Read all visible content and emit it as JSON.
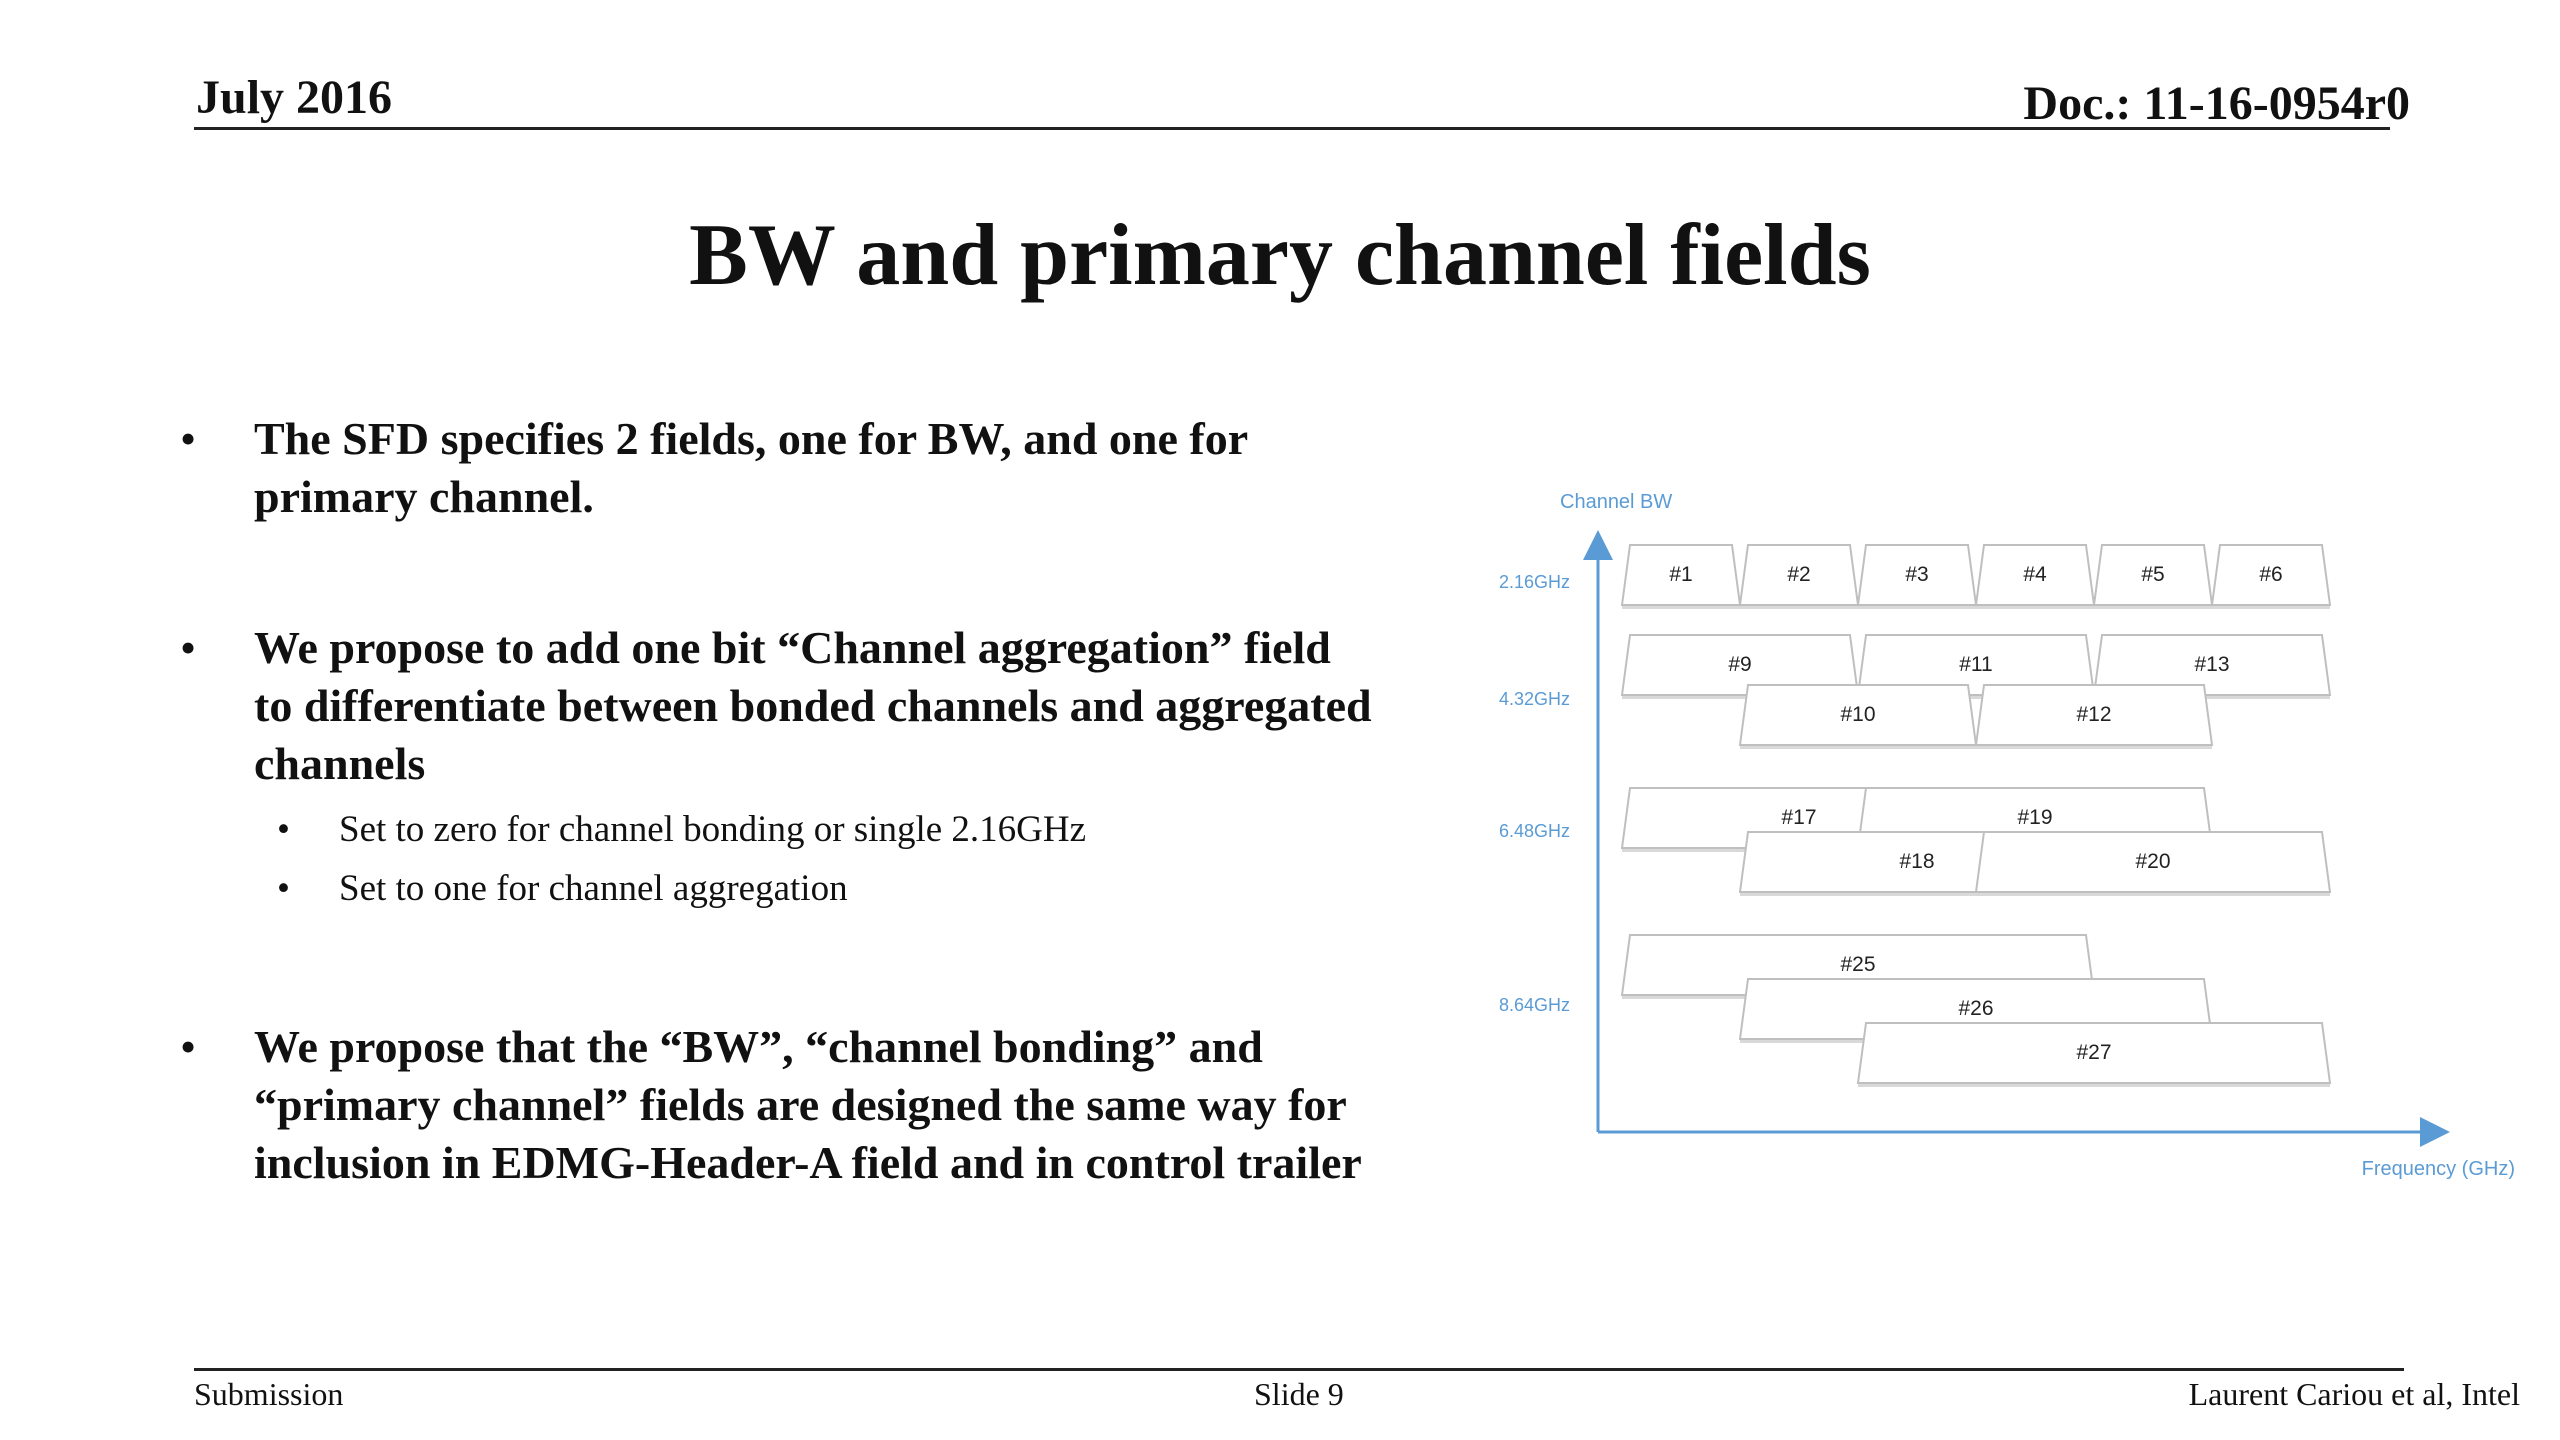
{
  "header": {
    "date": "July 2016",
    "doc": "Doc.: 11-16-0954r0"
  },
  "title": "BW and primary channel fields",
  "bullets": [
    {
      "text": "The SFD specifies 2 fields, one for BW, and one for primary channel."
    },
    {
      "text": "We propose to add one bit “Channel aggregation” field to differentiate between bonded channels and aggregated channels",
      "sub": [
        "Set to zero for channel bonding or single 2.16GHz",
        "Set to one for channel aggregation"
      ]
    },
    {
      "text": "We propose that the “BW”, “channel bonding” and “primary channel” fields are designed the same way for inclusion in EDMG-Header-A field and in control trailer"
    }
  ],
  "bullet_glyph": "•",
  "footer": {
    "left": "Submission",
    "center": "Slide 9",
    "right": "Laurent Cariou et al, Intel"
  },
  "chart_data": {
    "type": "diagram",
    "ylabel": "Channel BW",
    "xlabel": "Frequency (GHz)",
    "y_levels": [
      "2.16GHz",
      "4.32GHz",
      "6.48GHz",
      "8.64GHz"
    ],
    "channels": [
      {
        "label": "#1",
        "bw": "2.16GHz",
        "start": 0,
        "span": 1,
        "tier": 0
      },
      {
        "label": "#2",
        "bw": "2.16GHz",
        "start": 1,
        "span": 1,
        "tier": 0
      },
      {
        "label": "#3",
        "bw": "2.16GHz",
        "start": 2,
        "span": 1,
        "tier": 0
      },
      {
        "label": "#4",
        "bw": "2.16GHz",
        "start": 3,
        "span": 1,
        "tier": 0
      },
      {
        "label": "#5",
        "bw": "2.16GHz",
        "start": 4,
        "span": 1,
        "tier": 0
      },
      {
        "label": "#6",
        "bw": "2.16GHz",
        "start": 5,
        "span": 1,
        "tier": 0
      },
      {
        "label": "#9",
        "bw": "4.32GHz",
        "start": 0,
        "span": 2,
        "tier": 0
      },
      {
        "label": "#11",
        "bw": "4.32GHz",
        "start": 2,
        "span": 2,
        "tier": 0
      },
      {
        "label": "#13",
        "bw": "4.32GHz",
        "start": 4,
        "span": 2,
        "tier": 0
      },
      {
        "label": "#10",
        "bw": "4.32GHz",
        "start": 1,
        "span": 2,
        "tier": 1
      },
      {
        "label": "#12",
        "bw": "4.32GHz",
        "start": 3,
        "span": 2,
        "tier": 1
      },
      {
        "label": "#17",
        "bw": "6.48GHz",
        "start": 0,
        "span": 3,
        "tier": 0
      },
      {
        "label": "#19",
        "bw": "6.48GHz",
        "start": 2,
        "span": 3,
        "tier": 0
      },
      {
        "label": "#18",
        "bw": "6.48GHz",
        "start": 1,
        "span": 3,
        "tier": 1
      },
      {
        "label": "#20",
        "bw": "6.48GHz",
        "start": 3,
        "span": 3,
        "tier": 1
      },
      {
        "label": "#25",
        "bw": "8.64GHz",
        "start": 0,
        "span": 4,
        "tier": 0
      },
      {
        "label": "#26",
        "bw": "8.64GHz",
        "start": 1,
        "span": 4,
        "tier": 1
      },
      {
        "label": "#27",
        "bw": "8.64GHz",
        "start": 2,
        "span": 4,
        "tier": 2
      }
    ]
  }
}
